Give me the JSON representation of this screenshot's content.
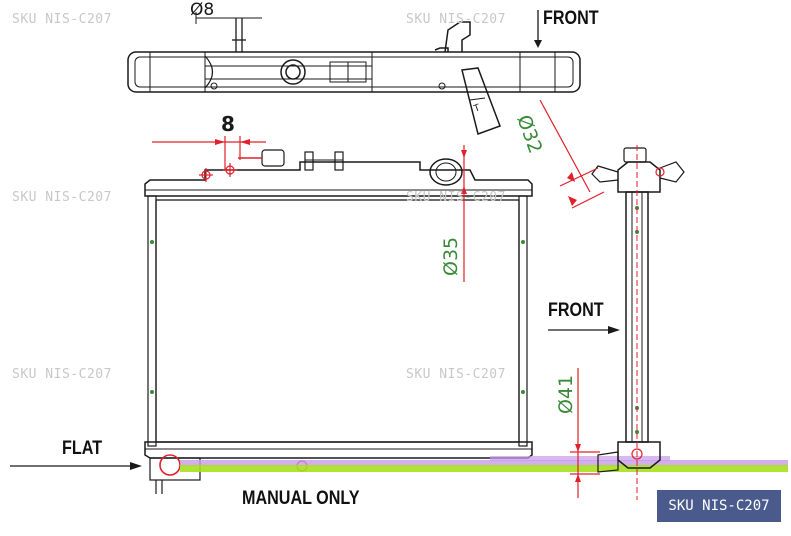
{
  "watermark_text": "SKU NIS-C207",
  "labels": {
    "front_top": "FRONT",
    "front_side": "FRONT",
    "flat": "FLAT",
    "manual_only": "MANUAL ONLY"
  },
  "dimensions": {
    "phi8": "Ø8",
    "eight": "8",
    "phi32": "Ø32",
    "phi35": "Ø35",
    "phi41": "Ø41"
  },
  "sku_badge": "SKU NIS-C207",
  "colors": {
    "line": "#1a1a1a",
    "dimension_red": "#e0202a",
    "dimension_green": "#3a8a3a",
    "highlight_lime": "#a8e020",
    "highlight_violet": "#c89be8",
    "badge_bg": "#4b5a8c"
  }
}
